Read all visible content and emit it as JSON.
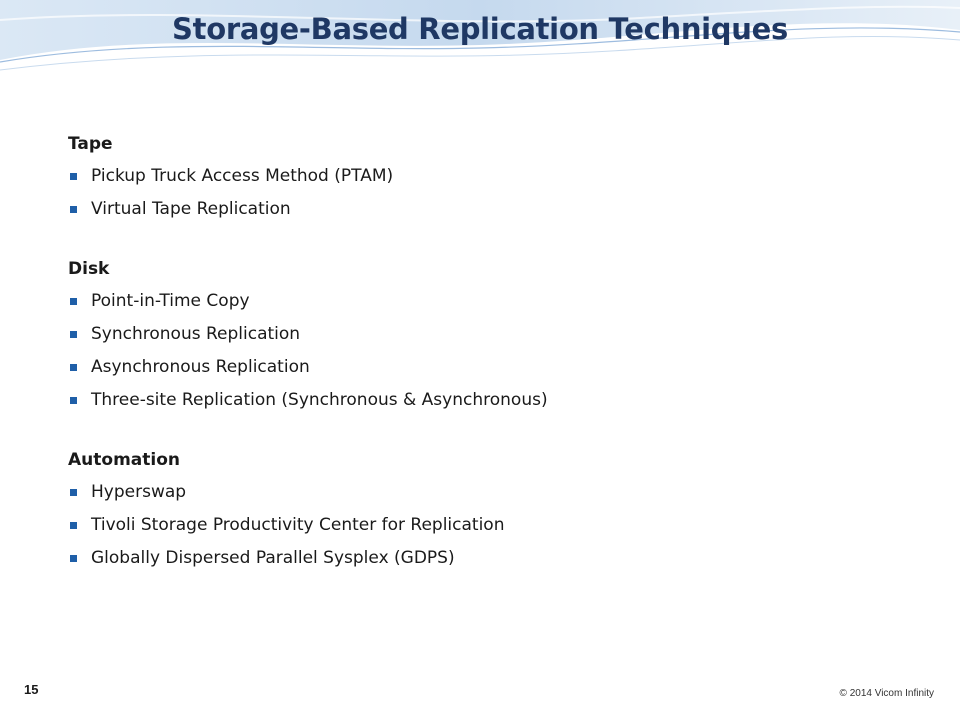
{
  "slide": {
    "title": "Storage-Based Replication Techniques",
    "page_number": "15",
    "copyright": "© 2014 Vicom Infinity",
    "colors": {
      "title": "#1f3864",
      "bullet": "#1f5fa8",
      "header_wave": "#c7daee"
    },
    "sections": [
      {
        "heading": "Tape",
        "items": [
          "Pickup Truck Access Method (PTAM)",
          "Virtual Tape Replication"
        ]
      },
      {
        "heading": "Disk",
        "items": [
          "Point-in-Time Copy",
          "Synchronous Replication",
          "Asynchronous Replication",
          "Three-site Replication (Synchronous & Asynchronous)"
        ]
      },
      {
        "heading": "Automation",
        "items": [
          "Hyperswap",
          "Tivoli Storage Productivity Center for Replication",
          "Globally Dispersed Parallel Sysplex (GDPS)"
        ]
      }
    ]
  }
}
